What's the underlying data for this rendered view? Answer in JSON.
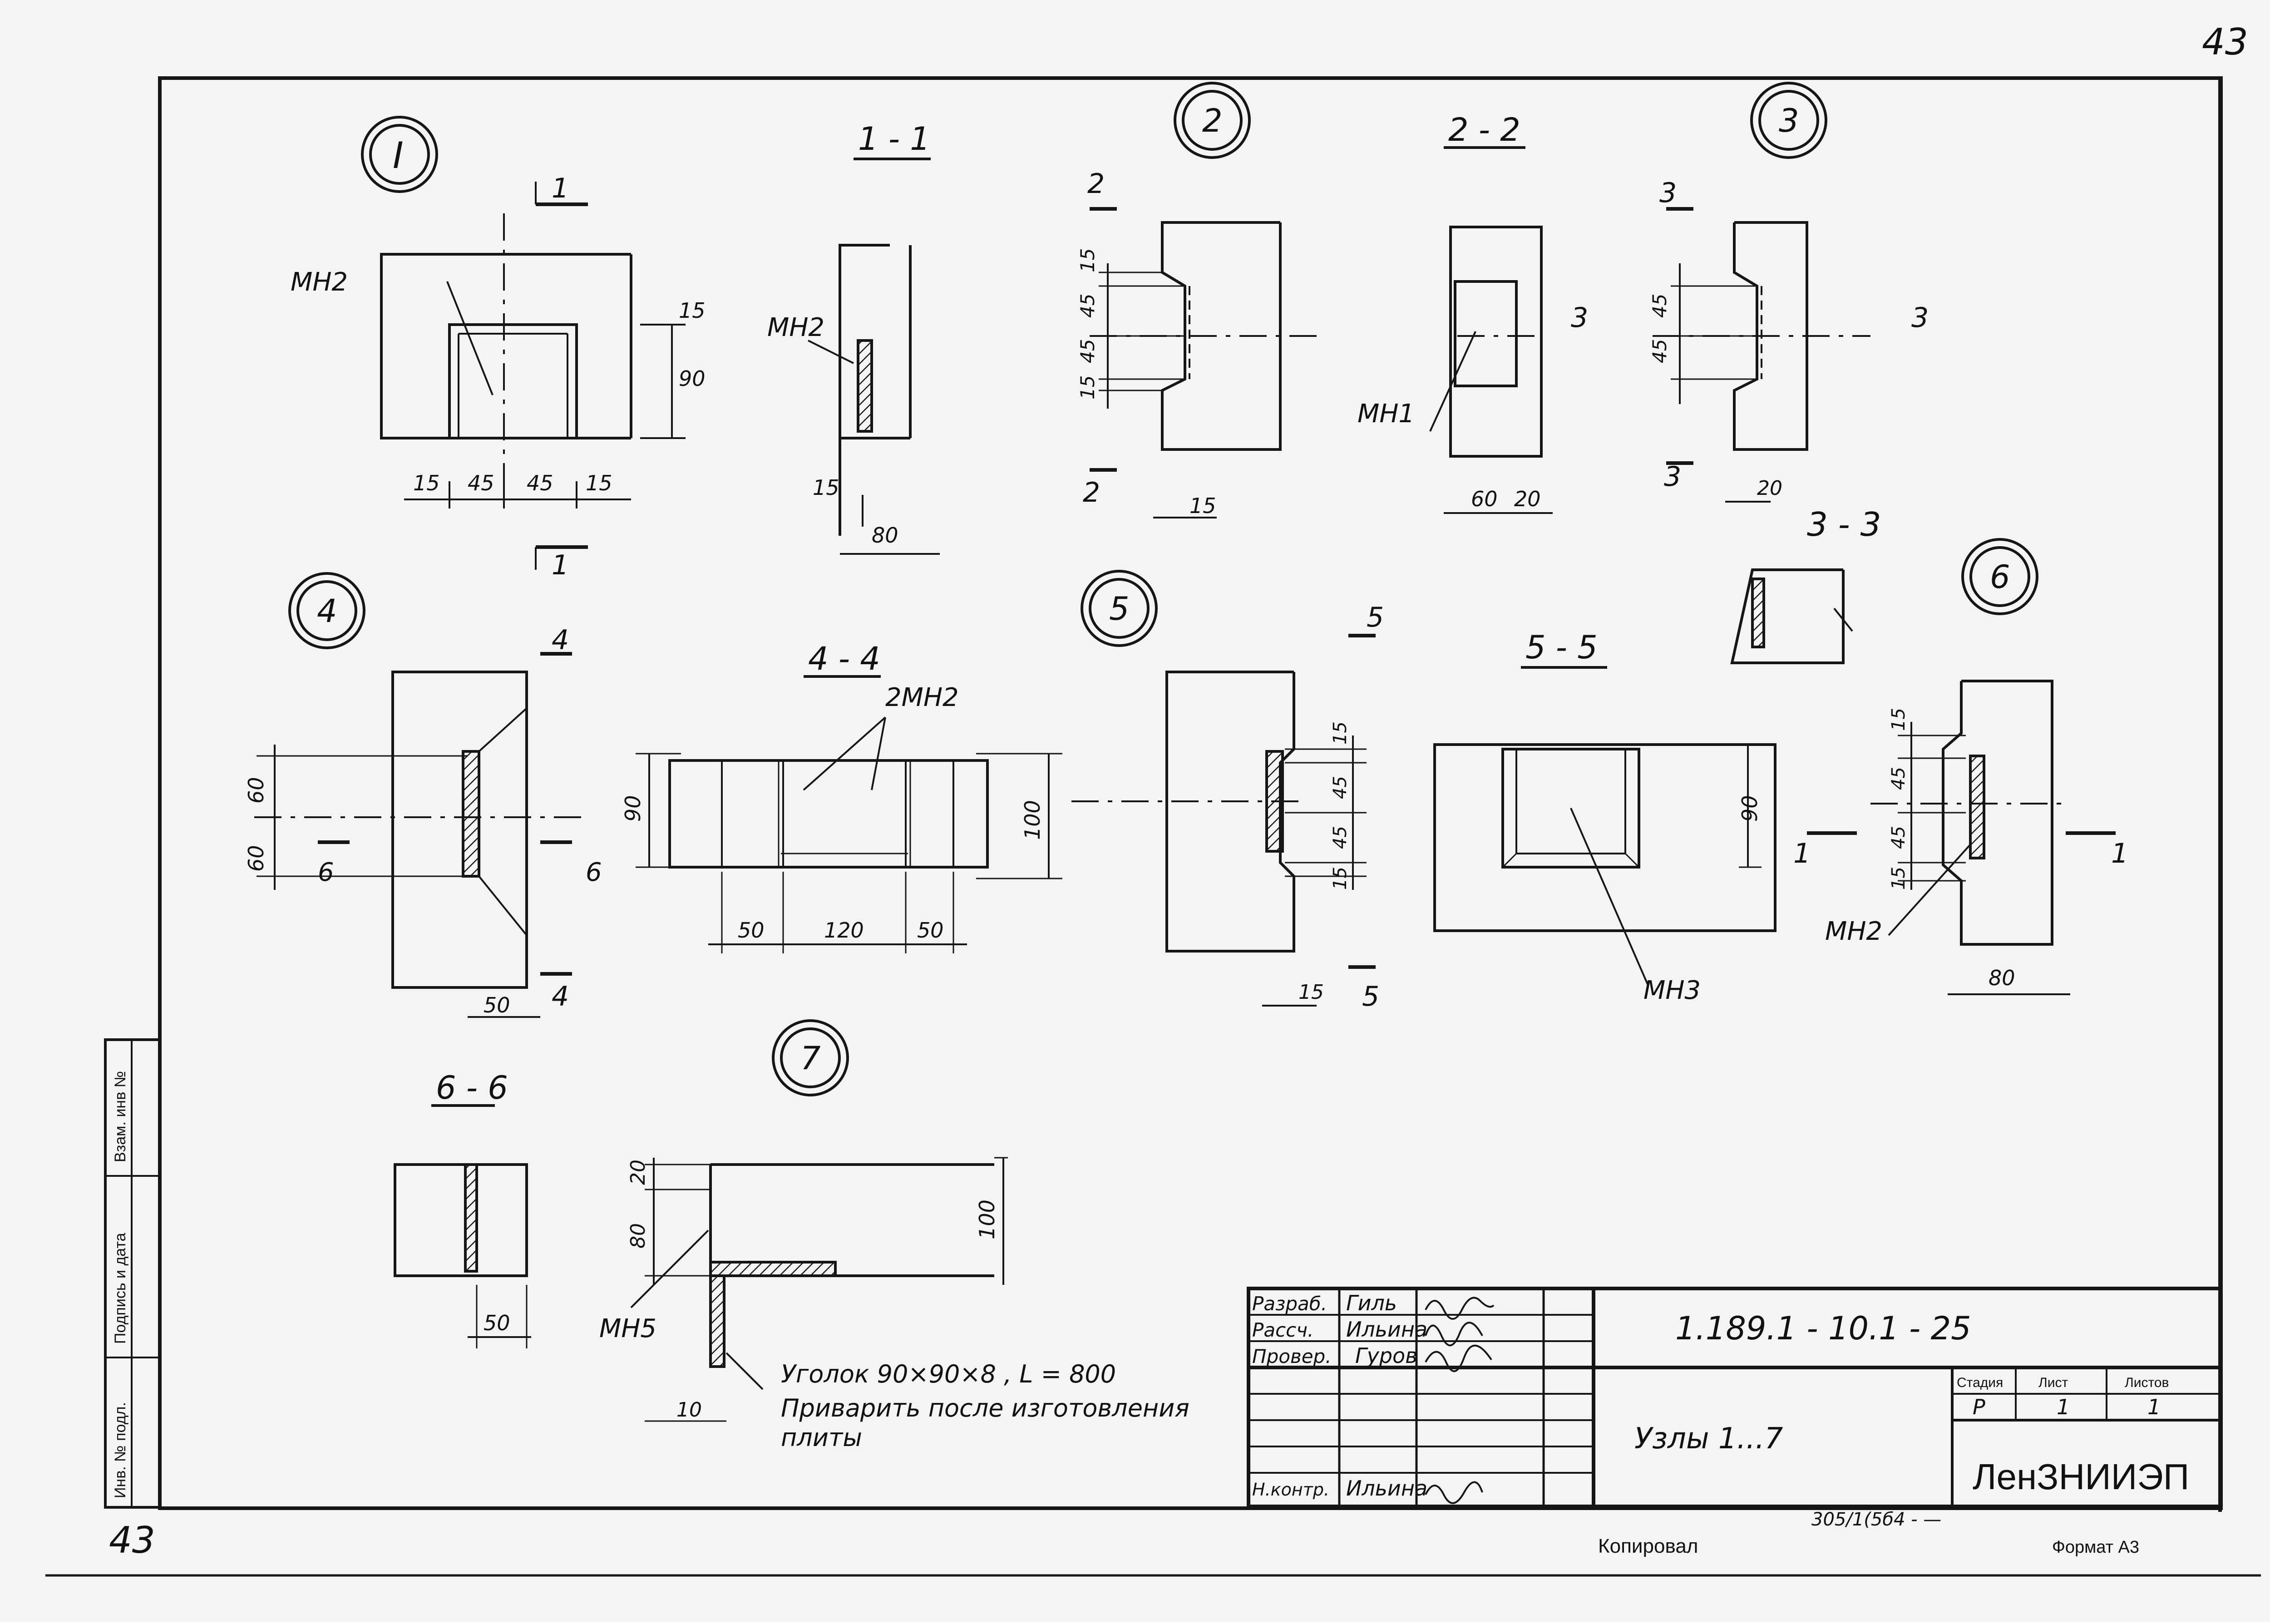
{
  "sheet": {
    "page_number": "43",
    "bottom_left_number": "43",
    "copied_label": "Копировал",
    "format_label": "Формат А3",
    "stamp_number": "305/1(5б4 - —"
  },
  "margin_column": {
    "inv_no_label": "Взам. инв №",
    "signature_date_label": "Подпись и дата",
    "inv_no_orig_label": "Инв. № подл."
  },
  "nodes": {
    "node1": "I",
    "node2": "2",
    "node3": "3",
    "node4": "4",
    "node5": "5",
    "node6": "6",
    "node7": "7"
  },
  "sections": {
    "s11": "1 - 1",
    "s22": "2 - 2",
    "s33": "3 - 3",
    "s44": "4 - 4",
    "s55": "5 - 5",
    "s66": "6 - 6"
  },
  "section_marks": {
    "m1": "1",
    "m2": "2",
    "m3": "3",
    "m4": "4",
    "m5": "5",
    "m6": "6"
  },
  "parts": {
    "mn1": "МН1",
    "mn2": "МН2",
    "mn3": "МН3",
    "mn5": "МН5",
    "two_mn2": "2МН2"
  },
  "dims": {
    "d15": "15",
    "d20": "20",
    "d45": "45",
    "d50": "50",
    "d60": "60",
    "d80": "80",
    "d90": "90",
    "d100": "100",
    "d120": "120",
    "d10": "10"
  },
  "notes": {
    "angle": "Уголок 90×90×8 , L = 800",
    "weld_line1": "Приварить после изготовления",
    "weld_line2": "плиты"
  },
  "title_block": {
    "roles": [
      "Разраб.",
      "Рассч.",
      "Провер.",
      "",
      "",
      "",
      "Н.контр."
    ],
    "names": [
      "Гиль",
      "Ильина",
      "Гуров",
      "",
      "",
      "",
      "Ильина"
    ],
    "doc_code": "1.189.1 - 10.1 - 25",
    "title": "Узлы 1...7",
    "stage_header": "Стадия",
    "sheet_header": "Лист",
    "sheets_header": "Листов",
    "stage": "Р",
    "sheet": "1",
    "sheets": "1",
    "organization": "ЛенЗНИИЭП"
  }
}
